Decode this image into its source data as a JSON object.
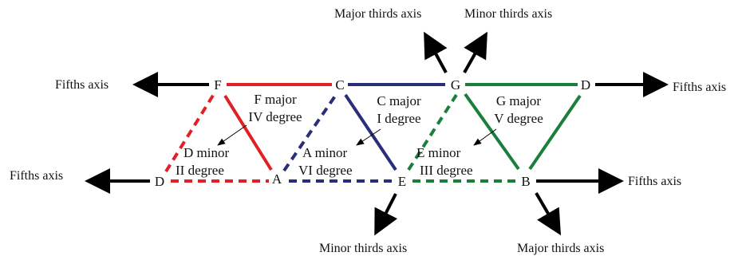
{
  "colors": {
    "red": "#e01f26",
    "blue": "#2a2e7a",
    "green": "#1b7f3c",
    "arrow": "#000000"
  },
  "nodes": {
    "F": "F",
    "C": "C",
    "G": "G",
    "D_top": "D",
    "D_bottom": "D",
    "A": "A",
    "E": "E",
    "B": "B"
  },
  "axes": {
    "fifths": "Fifths axis",
    "major_thirds": "Major thirds axis",
    "minor_thirds": "Minor thirds axis"
  },
  "chords": {
    "f_major": [
      "F major",
      "IV degree"
    ],
    "c_major": [
      "C major",
      "I degree"
    ],
    "g_major": [
      "G major",
      "V degree"
    ],
    "d_minor": [
      "D minor",
      "II degree"
    ],
    "a_minor": [
      "A minor",
      "VI degree"
    ],
    "e_minor": [
      "E minor",
      "III degree"
    ]
  }
}
